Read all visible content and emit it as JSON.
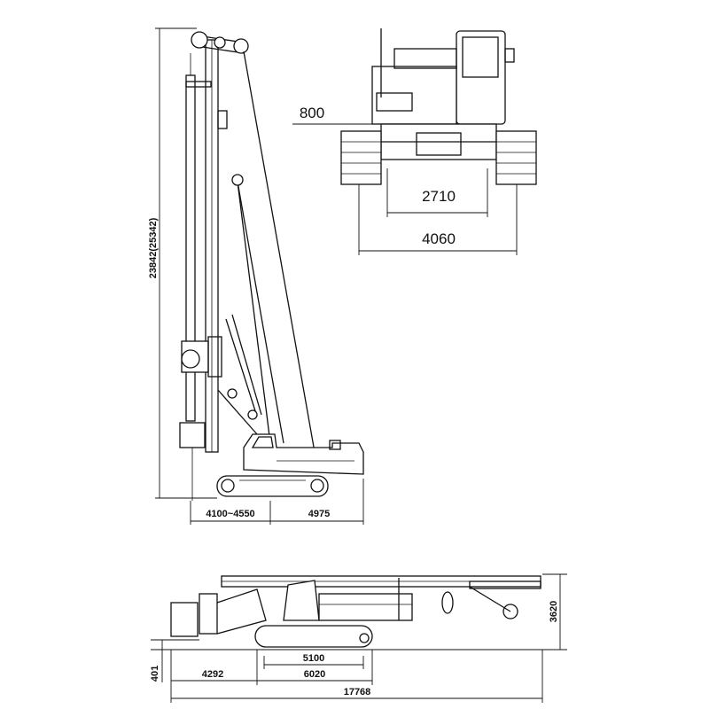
{
  "working_view": {
    "height_dim": "23842(25342)",
    "reach_dim": "4100~4550",
    "tail_dim": "4975"
  },
  "front_view": {
    "track_width_dim": "800",
    "gauge_inner_dim": "2710",
    "overall_width_dim": "4060"
  },
  "transport_view": {
    "height_dim": "3620",
    "ground_clearance_dim": "401",
    "front_overhang_dim": "4292",
    "track_contact_dim": "5100",
    "track_length_dim": "6020",
    "overall_length_dim": "17768"
  }
}
